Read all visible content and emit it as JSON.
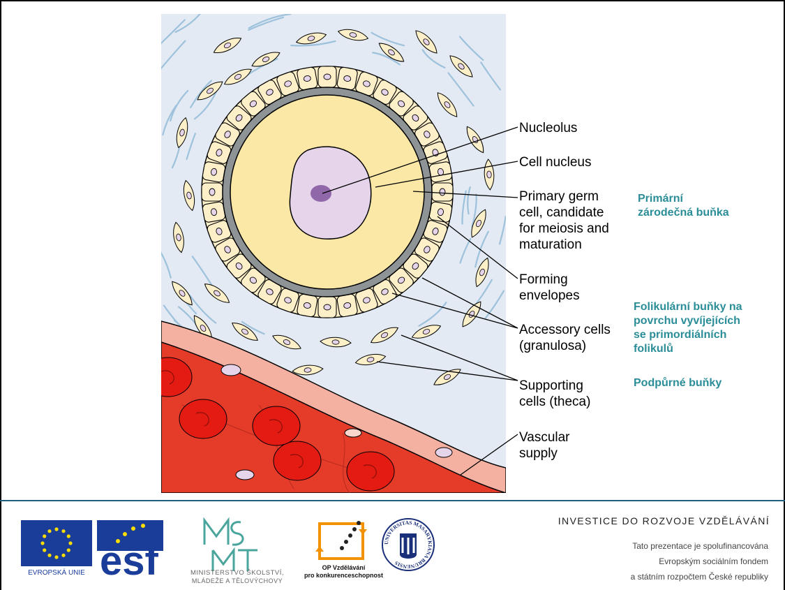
{
  "labels": {
    "nucleolus": "Nucleolus",
    "cell_nucleus": "Cell nucleus",
    "primary_germ": [
      "Primary germ",
      "cell, candidate",
      "for meiosis and",
      "maturation"
    ],
    "forming_envelopes": [
      "Forming",
      "envelopes"
    ],
    "accessory_cells": [
      "Accessory cells",
      "(granulosa)"
    ],
    "supporting_cells": [
      "Supporting",
      "cells (theca)"
    ],
    "vascular_supply": [
      "Vascular",
      "supply"
    ]
  },
  "czech": {
    "primary": [
      "Primární",
      "zárodečná buňka"
    ],
    "follicular": [
      "Folikulární buňky na",
      "povrchu  vyvíjejících",
      "se primordiálních",
      "folikulů"
    ],
    "supporting": "Podpůrné buňky"
  },
  "footer": {
    "title": "INVESTICE DO ROZVOJE VZDĚLÁVÁNÍ",
    "lines": [
      "Tato prezentace je spolufinancována",
      "Evropským sociálním fondem",
      "a státním rozpočtem České republiky"
    ],
    "eu_label": "EVROPSKÁ UNIE",
    "esf_label": "esf",
    "msmt_lines": [
      "MINISTERSTVO ŠKOLSTVÍ,",
      "MLÁDEŽE A TĚLOVÝCHOVY"
    ],
    "op_lines": [
      "OP Vzdělávání",
      "pro konkurenceschopnost"
    ],
    "mu_text": "UNIVERSITAS MASARYKIANA BRUNENSIS"
  },
  "colors": {
    "panel_bg": "#e3eaf3",
    "cytoplasm": "#fbe8a6",
    "nucleus": "#e6d4ea",
    "nucleolus": "#9067a8",
    "envelope": "#8e9496",
    "granulosa": "#fdf0c8",
    "blood": "#e53c2a",
    "vessel_wall": "#f4b0a0",
    "czech_text": "#2a8d97"
  }
}
